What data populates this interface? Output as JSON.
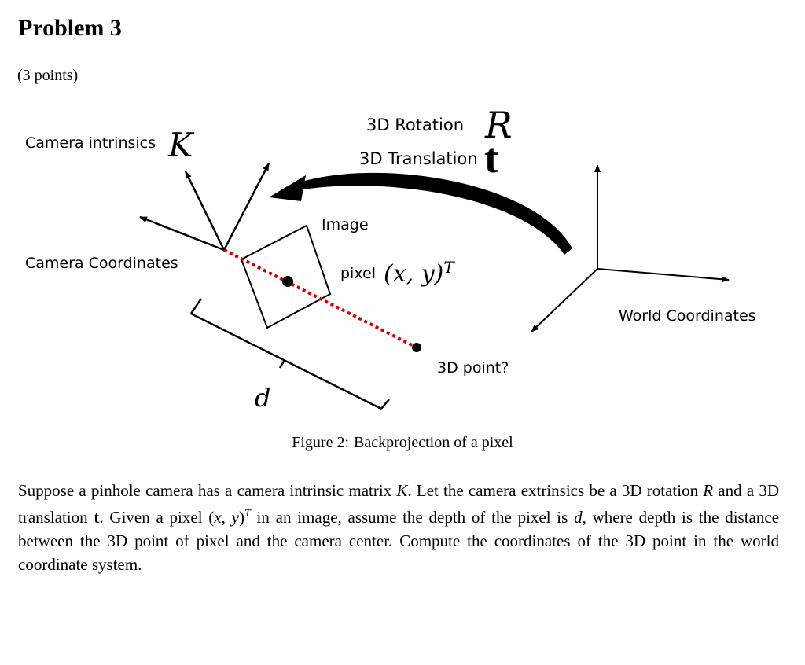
{
  "problem": {
    "title": "Problem 3",
    "points": "(3 points)"
  },
  "figure": {
    "labels": {
      "camera_intrinsics": "Camera intrinsics",
      "K": "K",
      "rotation": "3D Rotation",
      "R": "R",
      "translation": "3D Translation",
      "t": "t",
      "image": "Image",
      "pixel": "pixel",
      "pixel_math": "(x, y)",
      "pixel_sup": "T",
      "camera_coordinates": "Camera Coordinates",
      "world_coordinates": "World Coordinates",
      "point_3d": "3D point?",
      "d": "d"
    },
    "caption_number": "Figure 2:",
    "caption_text": "Backprojection of a pixel",
    "colors": {
      "ray": "#d40000",
      "ink": "#000000"
    }
  },
  "body": {
    "s1": "Suppose a pinhole camera has a camera intrinsic matrix ",
    "K": "K",
    "s2": ". Let the camera extrinsics be a 3D rotation ",
    "R": "R",
    "s3": " and a 3D translation ",
    "t": "t",
    "s4": ". Given a pixel (",
    "x": "x",
    "s5": ", ",
    "y": "y",
    "s6": ")",
    "sup": "T",
    "s7": " in an image, assume the depth of the pixel is ",
    "d": "d",
    "s8": ", where depth is the distance between the 3D point of pixel and the camera center. Compute the coordinates of the 3D point in the world coordinate system."
  }
}
